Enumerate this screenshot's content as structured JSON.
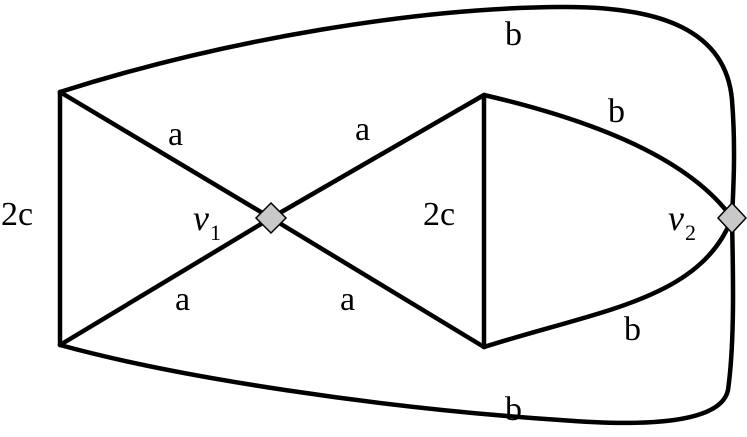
{
  "graph": {
    "edge_labels": {
      "outer_top": "b",
      "outer_bottom": "b",
      "left_vertical": "2c",
      "upper_left_diagonal": "a",
      "upper_right_diagonal": "a",
      "lower_left_diagonal": "a",
      "lower_right_diagonal": "a",
      "inner_vertical": "2c",
      "inner_top_curve": "b",
      "inner_bottom_curve": "b"
    },
    "vertices": {
      "v1": {
        "name": "v",
        "subscript": "1"
      },
      "v2": {
        "name": "v",
        "subscript": "2"
      }
    },
    "colors": {
      "edge": "#000000",
      "marker_fill": "#c8c8c8"
    }
  }
}
